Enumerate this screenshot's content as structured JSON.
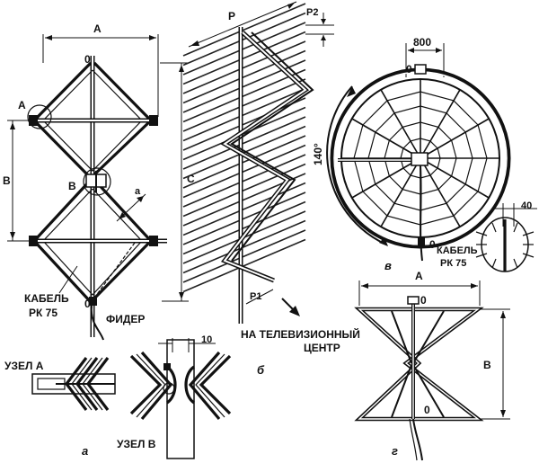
{
  "panel_a": {
    "caption": "а",
    "dim_A": "А",
    "dim_B": "В",
    "dim_C": "С",
    "dim_a": "а",
    "point_top": "0",
    "point_bottom": "0",
    "node_A": "А",
    "node_B": "В",
    "cable_line1": "КАБЕЛЬ",
    "cable_line2": "РК 75",
    "feeder": "ФИДЕР",
    "node_A_label": "УЗЕЛ А",
    "node_B_label": "УЗЕЛ В",
    "dim_10": "10"
  },
  "panel_b": {
    "caption": "б",
    "dim_P": "Р",
    "dim_P1": "Р1",
    "dim_P2": "Р2",
    "destination_line1": "НА ТЕЛЕВИЗИОННЫЙ",
    "destination_line2": "ЦЕНТР"
  },
  "panel_v": {
    "caption": "в",
    "dim_800": "800",
    "angle": "140°",
    "point_top": "0",
    "point_bottom": "0",
    "dim_40": "40",
    "cable_line1": "КАБЕЛЬ",
    "cable_line2": "РК 75"
  },
  "panel_g": {
    "caption": "г",
    "dim_A": "А",
    "dim_B": "В",
    "point_top": "0",
    "point_bottom": "0"
  }
}
